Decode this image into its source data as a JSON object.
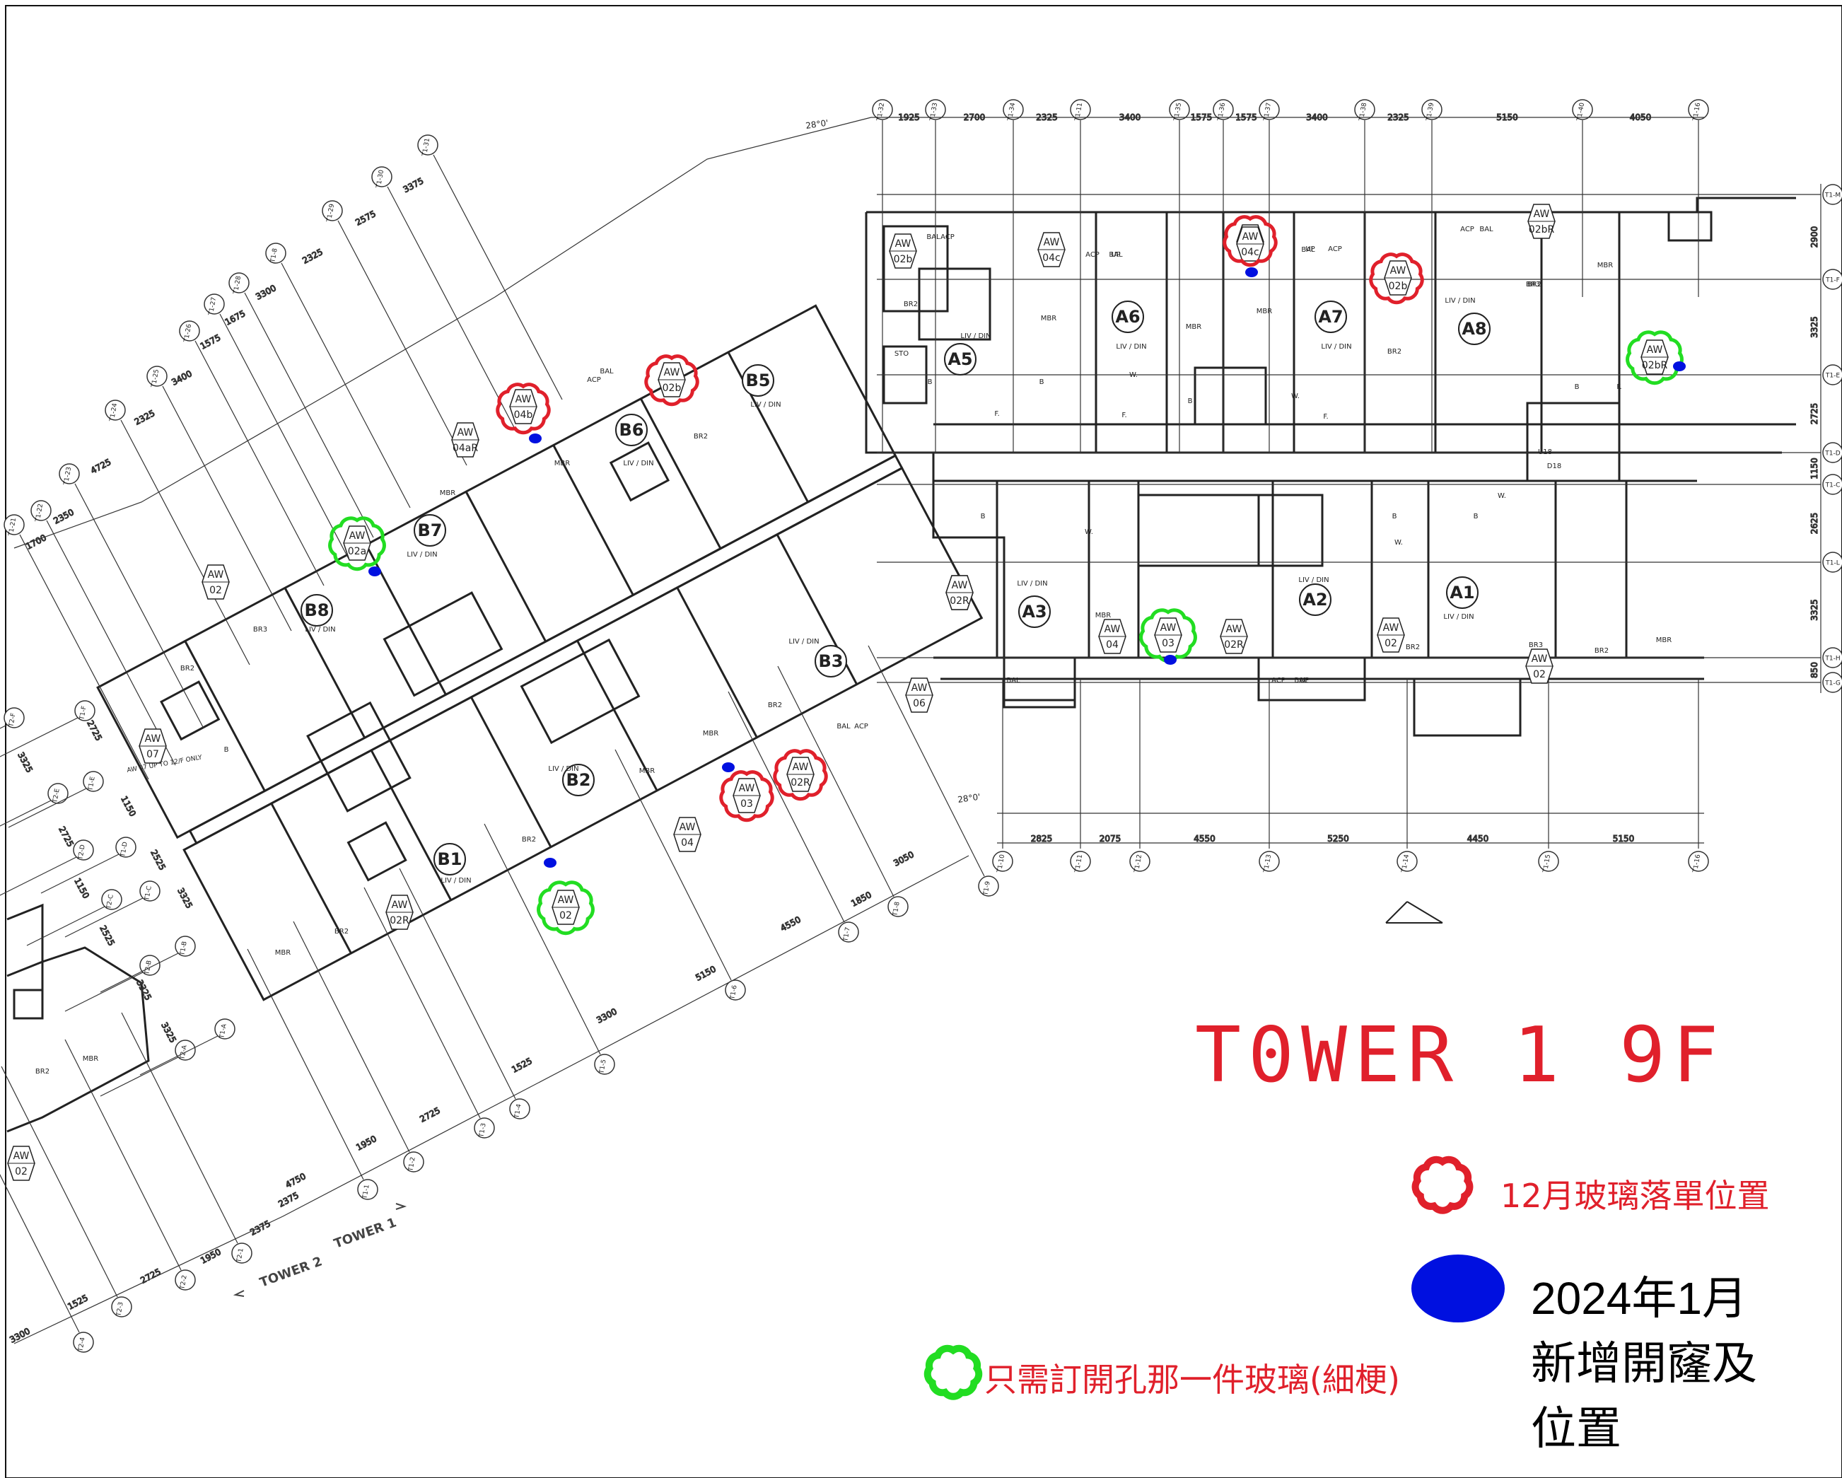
{
  "title": "T0WER 1 9F",
  "tower_labels": {
    "t2": "TOWER 2",
    "t1": "TOWER 1"
  },
  "legend": {
    "red": {
      "text": "12月玻璃落單位置",
      "color": "#e0202b"
    },
    "blue": {
      "text": "2024年1月新增開窿及位置",
      "color": "#0010e0"
    },
    "green": {
      "text": "只需訂開孔那一件玻璃(細梗)",
      "color": "#22dd22"
    }
  },
  "units": [
    "A1",
    "A2",
    "A3",
    "A5",
    "A6",
    "A7",
    "A8",
    "B1",
    "B2",
    "B3",
    "B5",
    "B6",
    "B7",
    "B8"
  ],
  "aw_tags": [
    "AW 02b",
    "AW 04c",
    "AW 04c",
    "AW 04c",
    "AW 02b",
    "AW 02bR",
    "AW 02bR",
    "AW 04b",
    "AW 02b",
    "AW 04aR",
    "AW 02a",
    "AW 02",
    "AW 07",
    "AW 02R",
    "AW 04",
    "AW 03",
    "AW 02R",
    "AW 02R",
    "AW 04",
    "AW 03",
    "AW 02R",
    "AW 02",
    "AW 02",
    "AW 06",
    "AW 02R",
    "AW 02",
    "AW 02"
  ],
  "grid_top": {
    "bubbles": [
      "T1-32",
      "T1-33",
      "T1-34",
      "T1-11",
      "T1-35",
      "T1-36",
      "T1-37",
      "T1-38",
      "T1-39",
      "T1-40",
      "T1-16"
    ],
    "dims": [
      "1925",
      "2700",
      "2325",
      "3400",
      "1575",
      "1575",
      "3400",
      "2325",
      "5150",
      "4050"
    ]
  },
  "grid_bottom": {
    "bubbles": [
      "T1-10",
      "T1-11",
      "T1-12",
      "T1-13",
      "T1-14",
      "T1-15",
      "T1-16"
    ],
    "dims": [
      "2825",
      "2075",
      "4550",
      "5250",
      "4450",
      "5150"
    ]
  },
  "grid_right": {
    "bubbles": [
      "T1-M",
      "T1-F",
      "T1-E",
      "T1-D",
      "T1-C",
      "T1-L",
      "T1-H",
      "T1-G"
    ],
    "dims": [
      "2900",
      "3325",
      "2725",
      "1150",
      "2625",
      "3325",
      "850"
    ]
  },
  "grid_upper_diag": {
    "bubbles": [
      "T1-21",
      "T1-22",
      "T1-23",
      "T1-24",
      "T1-25",
      "T1-26",
      "T1-27",
      "T1-28",
      "T1-8",
      "T1-29",
      "T1-30",
      "T1-31"
    ],
    "dims": [
      "1700",
      "2350",
      "4725",
      "2325",
      "3400",
      "1575",
      "1675",
      "3300",
      "2325",
      "2575",
      "3375"
    ]
  },
  "grid_lower_diag": {
    "bubbles": [
      "T2-4",
      "T2-3",
      "T2-2",
      "T2-1",
      "T1-1",
      "T1-2",
      "T1-3",
      "T1-4",
      "T1-5",
      "T1-6",
      "T1-7",
      "T1-8",
      "T1-9"
    ],
    "dims": [
      "3300",
      "1525",
      "2725",
      "1950",
      "2375",
      "2375",
      "4750",
      "1950",
      "2725",
      "1525",
      "3300",
      "5150",
      "4550",
      "1850",
      "3050"
    ]
  },
  "grid_left": {
    "bubbles": [
      "T2-F",
      "T2-E",
      "T2-D",
      "T2-C",
      "T2-B",
      "T2-A",
      "T1-F",
      "T1-E",
      "T1-D",
      "T1-C",
      "T1-B",
      "T1-A"
    ],
    "dims": [
      "3325",
      "2725",
      "1150",
      "2525",
      "3325",
      "3325",
      "2725",
      "1150",
      "2525",
      "3325"
    ]
  },
  "angles": [
    "28°0'",
    "28°0'"
  ],
  "room_labels": [
    "LIV / DIN",
    "MBR",
    "BR2",
    "BR3",
    "BAL",
    "UP",
    "ACP",
    "STO",
    "B",
    "F.",
    "W.",
    "U18",
    "D18"
  ],
  "notes": [
    "AW 07 UP TO 12/F ONLY"
  ]
}
